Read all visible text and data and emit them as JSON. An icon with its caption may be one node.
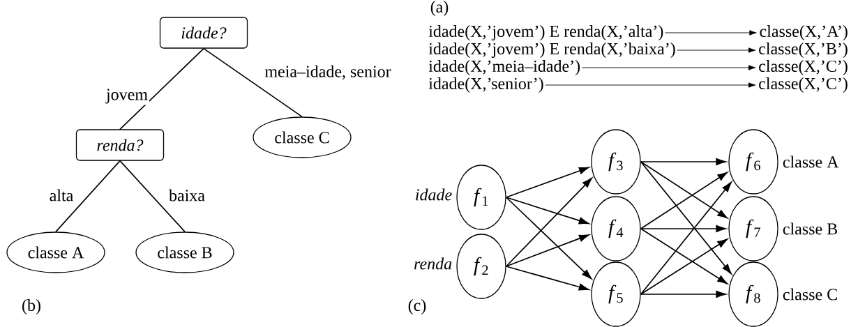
{
  "diagram": {
    "nodes": [
      {
        "text": [
          "idade?"
        ]
      },
      {
        "text": [
          "renda?"
        ]
      },
      {
        "text": [
          "classe C"
        ]
      },
      {
        "text": [
          "classe A"
        ]
      },
      {
        "text": [
          "classe B"
        ]
      },
      {
        "text": [
          "*f*$_{1}$"
        ],
        "beside": [
          "idade"
        ]
      },
      {
        "text": [
          "*f*$_{2}$"
        ],
        "beside": [
          "renda"
        ]
      },
      {
        "text": [
          "*f*$_{3}$"
        ]
      },
      {
        "text": [
          "*f*$_{4}$"
        ]
      },
      {
        "text": [
          "*f*$_{5}$"
        ]
      },
      {
        "text": [
          "*f*$_{6}$"
        ],
        "beside": [
          "classe A"
        ]
      },
      {
        "text": [
          "*f*$_{7}$"
        ],
        "beside": [
          "classe B"
        ]
      },
      {
        "text": [
          "*f*$_{8}$"
        ],
        "beside": [
          "classe C"
        ]
      },
      {
        "text": [
          "idade(X,’jovem’) E renda(X,’alta’)"
        ]
      },
      {
        "text": [
          "classe(X,’A’)"
        ]
      },
      {
        "text": [
          "idade(X,’jovem’) E renda(X,’baixa’)"
        ]
      },
      {
        "text": [
          "classe(X,’B’)"
        ]
      },
      {
        "text": [
          "idade(X,’meia–idade’)"
        ]
      },
      {
        "text": [
          "classe(X,’C’)"
        ]
      },
      {
        "text": [
          "idade(X,’senior’)"
        ]
      },
      {
        "text": [
          "classe(X,’C’)"
        ]
      }
    ],
    "edges": [
      {
        "from": 0,
        "to": 1,
        "arrow": "none",
        "label": "jovem"
      },
      {
        "from": 0,
        "to": 2,
        "arrow": "none",
        "label": "meia–idade, senior"
      },
      {
        "from": 1,
        "to": 3,
        "arrow": "none",
        "label": "alta"
      },
      {
        "from": 1,
        "to": 4,
        "arrow": "none",
        "label": "baixa"
      },
      {
        "from": 5,
        "to": 7,
        "arrow": "to"
      },
      {
        "from": 5,
        "to": 8,
        "arrow": "to"
      },
      {
        "from": 5,
        "to": 9,
        "arrow": "to"
      },
      {
        "from": 6,
        "to": 7,
        "arrow": "to"
      },
      {
        "from": 6,
        "to": 8,
        "arrow": "to"
      },
      {
        "from": 6,
        "to": 9,
        "arrow": "to"
      },
      {
        "from": 7,
        "to": 10,
        "arrow": "to"
      },
      {
        "from": 7,
        "to": 11,
        "arrow": "to"
      },
      {
        "from": 7,
        "to": 12,
        "arrow": "to"
      },
      {
        "from": 8,
        "to": 10,
        "arrow": "to"
      },
      {
        "from": 8,
        "to": 11,
        "arrow": "to"
      },
      {
        "from": 8,
        "to": 12,
        "arrow": "to"
      },
      {
        "from": 9,
        "to": 10,
        "arrow": "to"
      },
      {
        "from": 9,
        "to": 11,
        "arrow": "to"
      },
      {
        "from": 9,
        "to": 12,
        "arrow": "to"
      },
      {
        "from": 13,
        "to": 14,
        "arrow": "to"
      },
      {
        "from": 15,
        "to": 16,
        "arrow": "to"
      },
      {
        "from": 17,
        "to": 18,
        "arrow": "to"
      },
      {
        "from": 19,
        "to": 20,
        "arrow": "to"
      }
    ],
    "labels": [
      "(a)",
      "(b)",
      "(c)"
    ]
  }
}
